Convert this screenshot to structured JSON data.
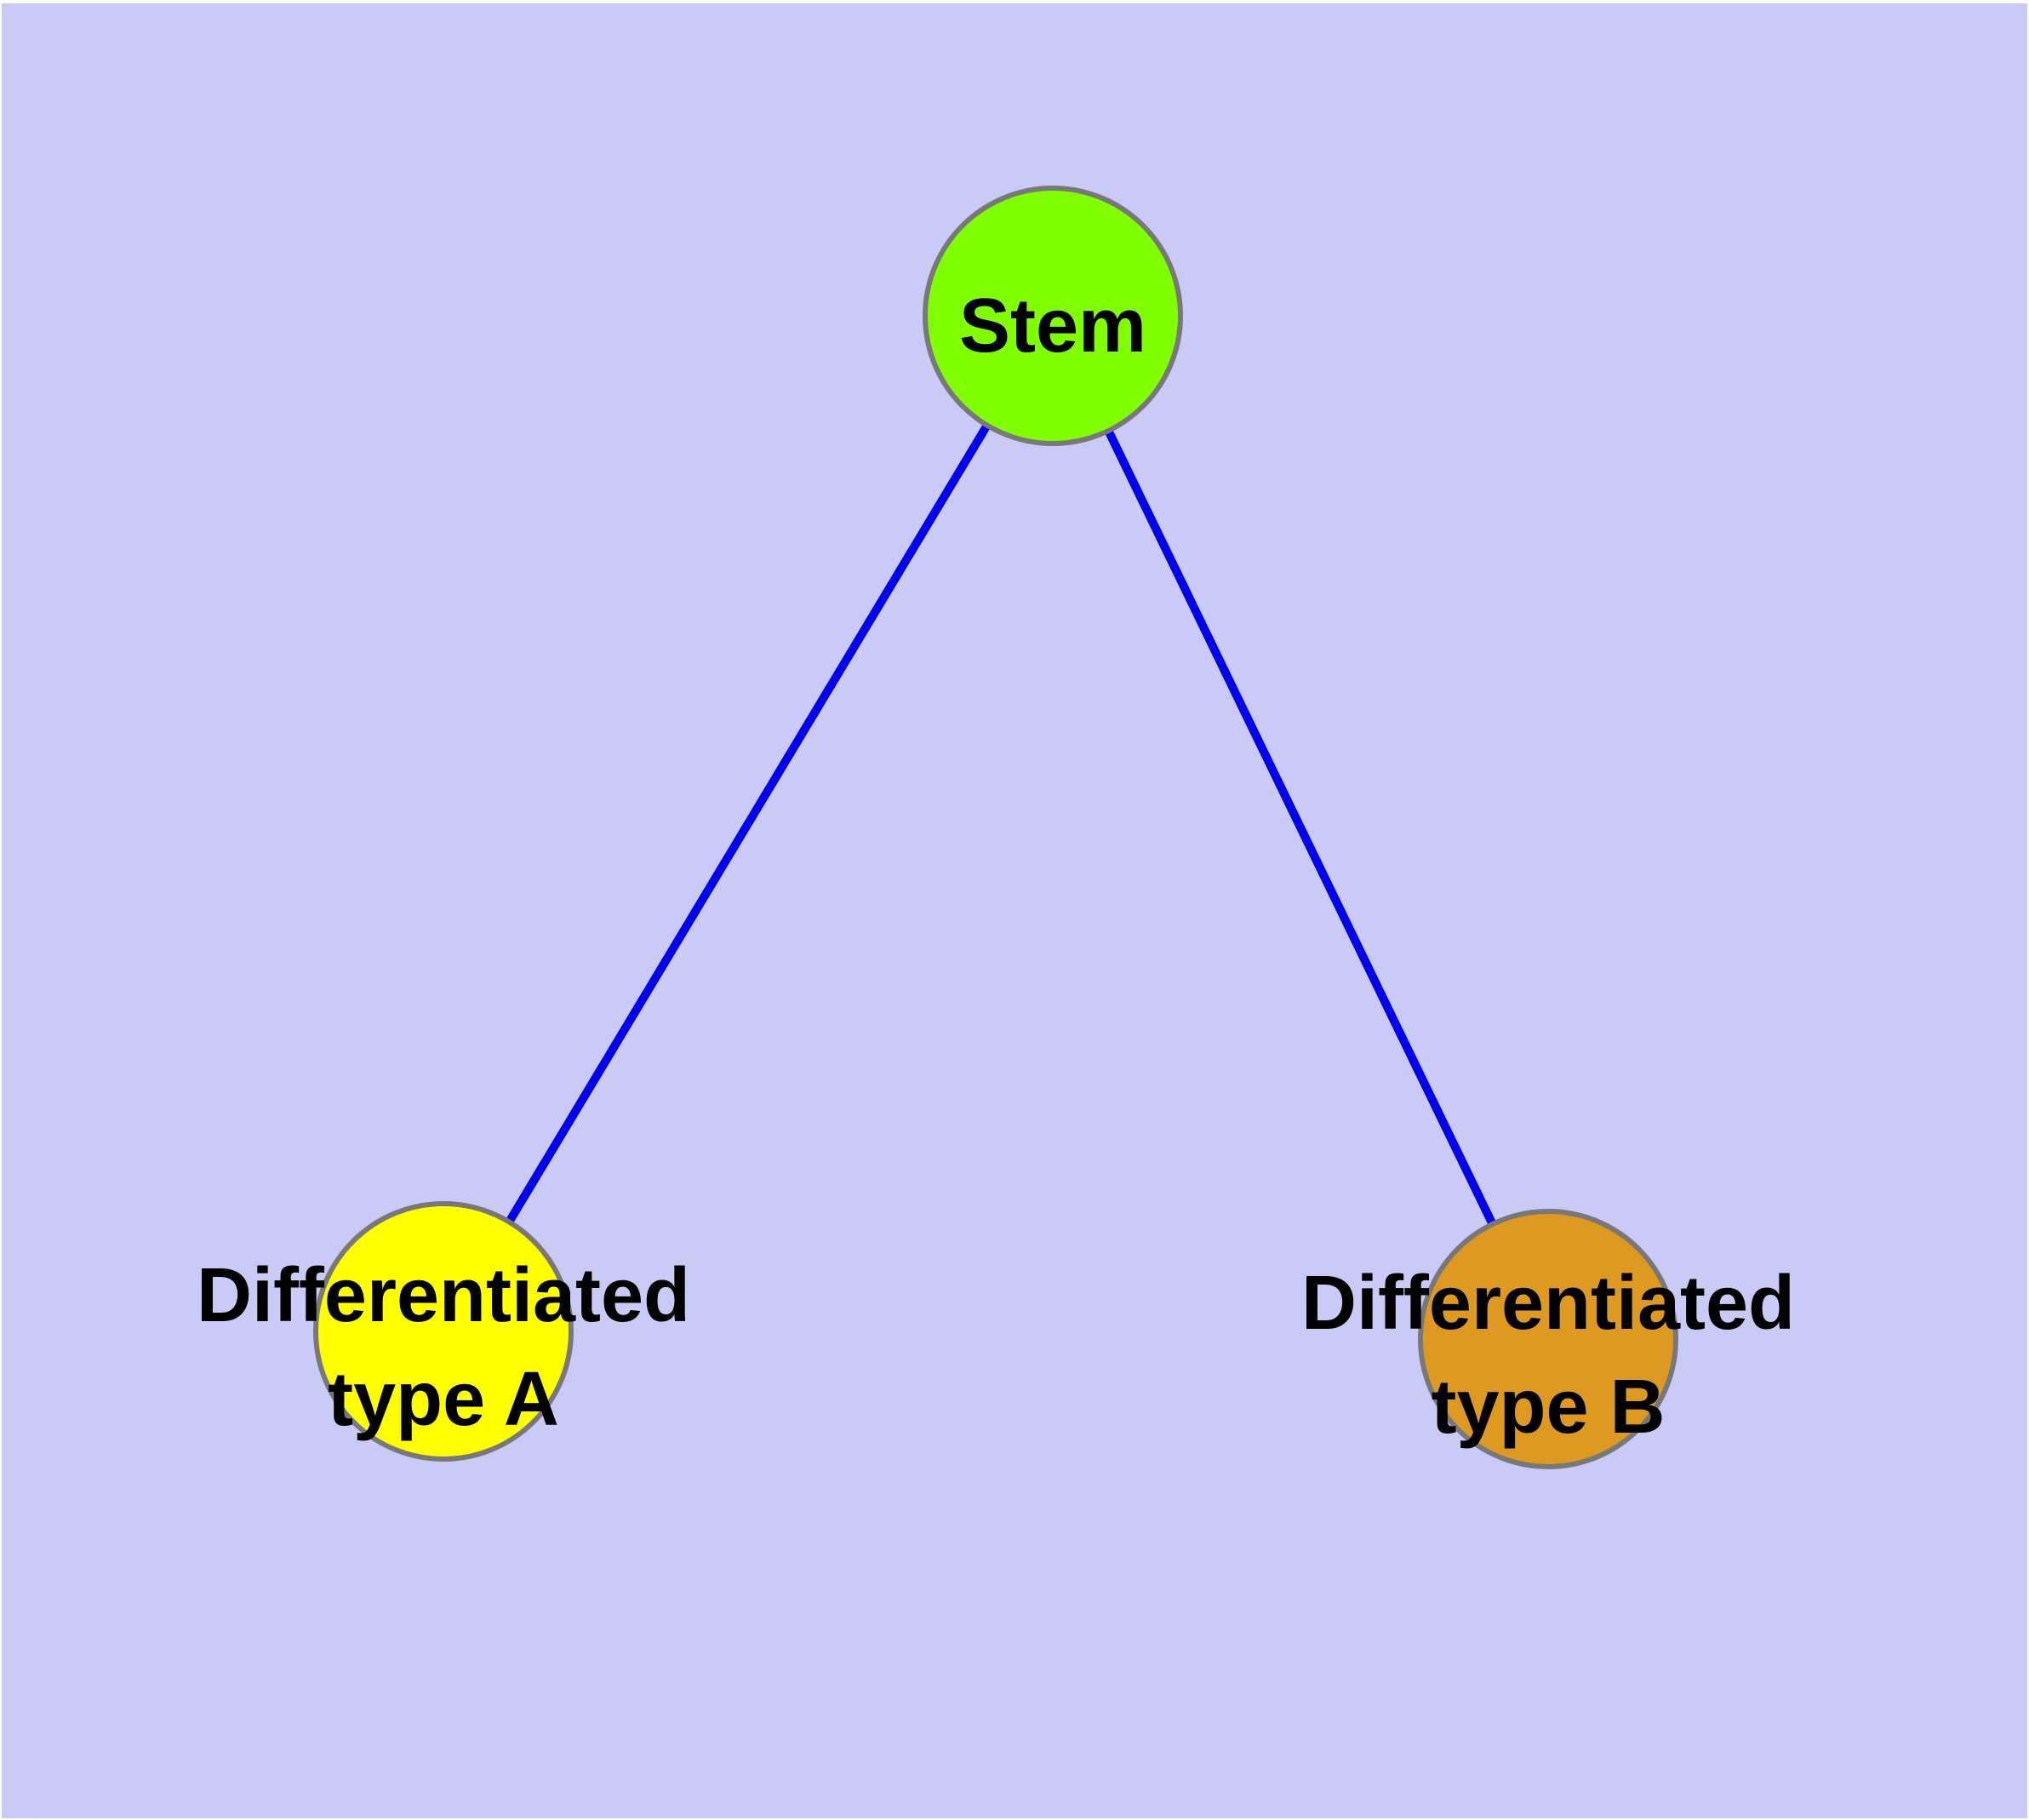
{
  "diagram": {
    "type": "node-edge-graph",
    "background_color": "#cacaf7",
    "margin_color": "#ffffff",
    "edge_color": "#0000ee",
    "node_border_color": "#787878",
    "text_color": "#000000",
    "nodes": {
      "stem": {
        "label": "Stem",
        "fill": "#7fff00"
      },
      "diff_a": {
        "label_line1": "Differentiated",
        "label_line2": "type A",
        "fill": "#ffff00"
      },
      "diff_b": {
        "label_line1": "Differentiated",
        "label_line2": "type B",
        "fill": "#de9a20"
      }
    },
    "edges": [
      {
        "from": "Stem",
        "to": "Differentiated type A"
      },
      {
        "from": "Stem",
        "to": "Differentiated type B"
      }
    ]
  }
}
